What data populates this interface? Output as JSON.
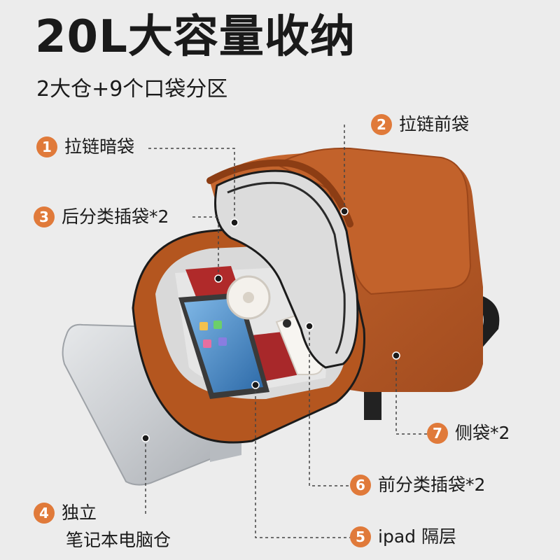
{
  "title": "20L大容量收纳",
  "subtitle": "2大仓+9个口袋分区",
  "callouts": [
    {
      "num": "1",
      "label": "拉链暗袋"
    },
    {
      "num": "2",
      "label": "拉链前袋"
    },
    {
      "num": "3",
      "label": "后分类插袋*2"
    },
    {
      "num": "4",
      "label": "独立",
      "label2": "笔记本电脑仓"
    },
    {
      "num": "5",
      "label": "ipad 隔层"
    },
    {
      "num": "6",
      "label": "前分类插袋*2"
    },
    {
      "num": "7",
      "label": "侧袋*2"
    }
  ],
  "colors": {
    "accent": "#e07a3a",
    "bag": "#b85a26",
    "background": "#ececec"
  }
}
